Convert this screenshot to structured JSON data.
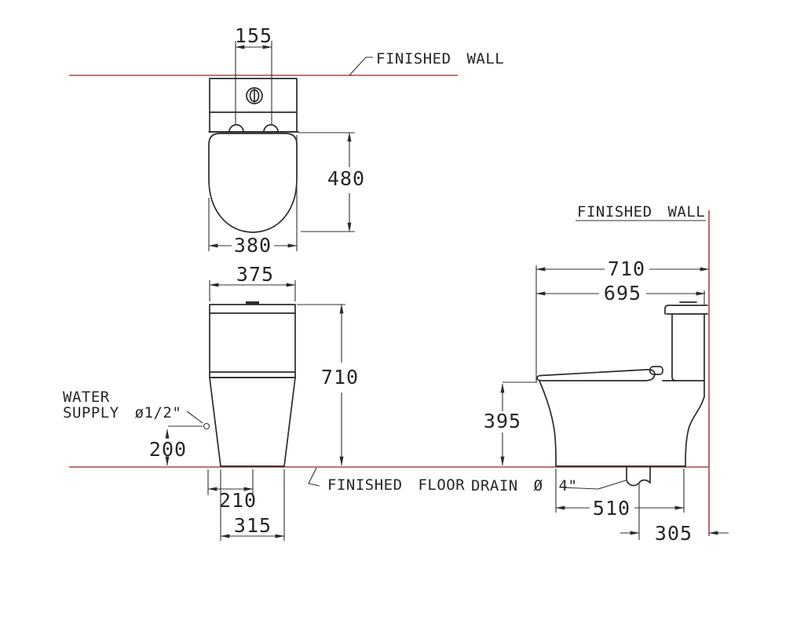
{
  "drawing": {
    "type": "sanitary-ware installation drawing (one-piece toilet), three orthographic views",
    "labels": {
      "finished_wall_top": "FINISHED WALL",
      "finished_wall_side": "FINISHED WALL",
      "finished_floor": "FINISHED FLOOR",
      "water_supply_1": "WATER",
      "water_supply_2": "SUPPLY ø1/2\"",
      "drain": "DRAIN Ø 4\""
    },
    "dims": {
      "top": {
        "hinge_spacing": "155",
        "seat_depth": "480",
        "seat_width": "380"
      },
      "front": {
        "tank_width": "375",
        "total_height": "710",
        "supply_height": "200",
        "supply_to_centerline": "210",
        "base_width": "315"
      },
      "side": {
        "wall_to_front": "710",
        "front_to_tank_back": "695",
        "rim_height": "395",
        "base_depth": "510",
        "drain_to_wall": "305"
      }
    },
    "colors": {
      "ink": "#2b2b2b",
      "reference_line": "#a34a4a",
      "paper": "#ffffff"
    }
  }
}
